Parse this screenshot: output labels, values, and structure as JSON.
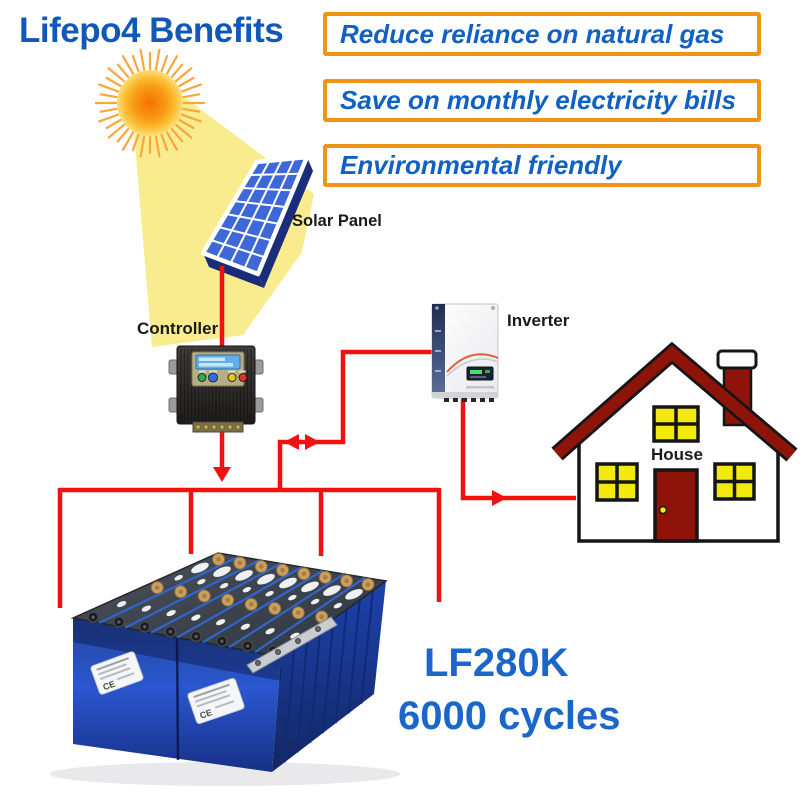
{
  "title": "Lifepo4 Benefits",
  "benefits": [
    "Reduce reliance on natural gas",
    "Save on monthly electricity bills",
    "Environmental friendly"
  ],
  "labels": {
    "solar_panel": "Solar Panel",
    "controller": "Controller",
    "inverter": "Inverter",
    "house": "House"
  },
  "battery": {
    "model": "LF280K",
    "cycles": "6000 cycles",
    "label_mark": "CE"
  },
  "colors": {
    "title_blue": "#1159b9",
    "benefit_blue": "#1161c3",
    "model_blue": "#1b67c9",
    "box_orange": "#ef9413",
    "wire_red": "#f01212",
    "roof_red": "#8e1309",
    "window_yellow": "#f2e90f",
    "panel_blue": "#3e68d8",
    "sun_ray": "#f9a63a",
    "label_dark": "#1a1a1a"
  }
}
